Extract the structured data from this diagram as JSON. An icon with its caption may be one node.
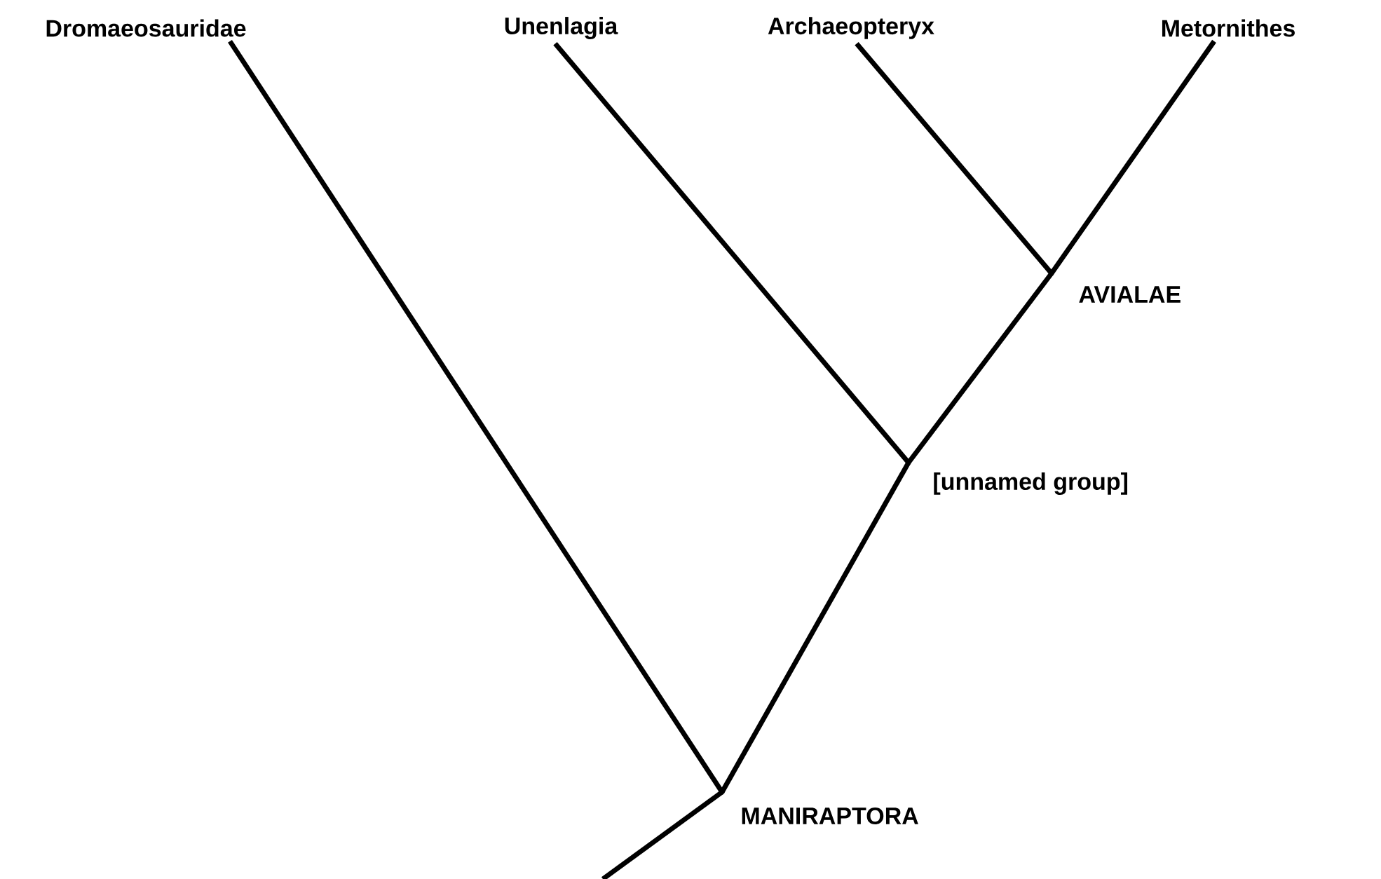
{
  "diagram": {
    "nodes": [
      {
        "text": [
          "Dromaeosauridae"
        ]
      },
      {
        "text": [
          "Unenlagia"
        ]
      },
      {
        "text": [
          "Archaeopteryx"
        ]
      },
      {
        "text": [
          "Metornithes"
        ]
      },
      {
        "text": [],
        "shape": "point",
        "beside": [
          "MANIRAPTORA"
        ]
      },
      {
        "text": [],
        "shape": "point",
        "beside": [
          "[unnamed group]"
        ]
      },
      {
        "text": [],
        "shape": "point",
        "beside": [
          "AVIALAE"
        ]
      }
    ],
    "edges": [
      {
        "from": null,
        "to": 4,
        "arrow": "none"
      },
      {
        "from": 4,
        "to": 0,
        "arrow": "none"
      },
      {
        "from": 4,
        "to": 5,
        "arrow": "none"
      },
      {
        "from": 5,
        "to": 1,
        "arrow": "none"
      },
      {
        "from": 5,
        "to": 6,
        "arrow": "none"
      },
      {
        "from": 6,
        "to": 2,
        "arrow": "none"
      },
      {
        "from": 6,
        "to": 3,
        "arrow": "none"
      }
    ]
  }
}
